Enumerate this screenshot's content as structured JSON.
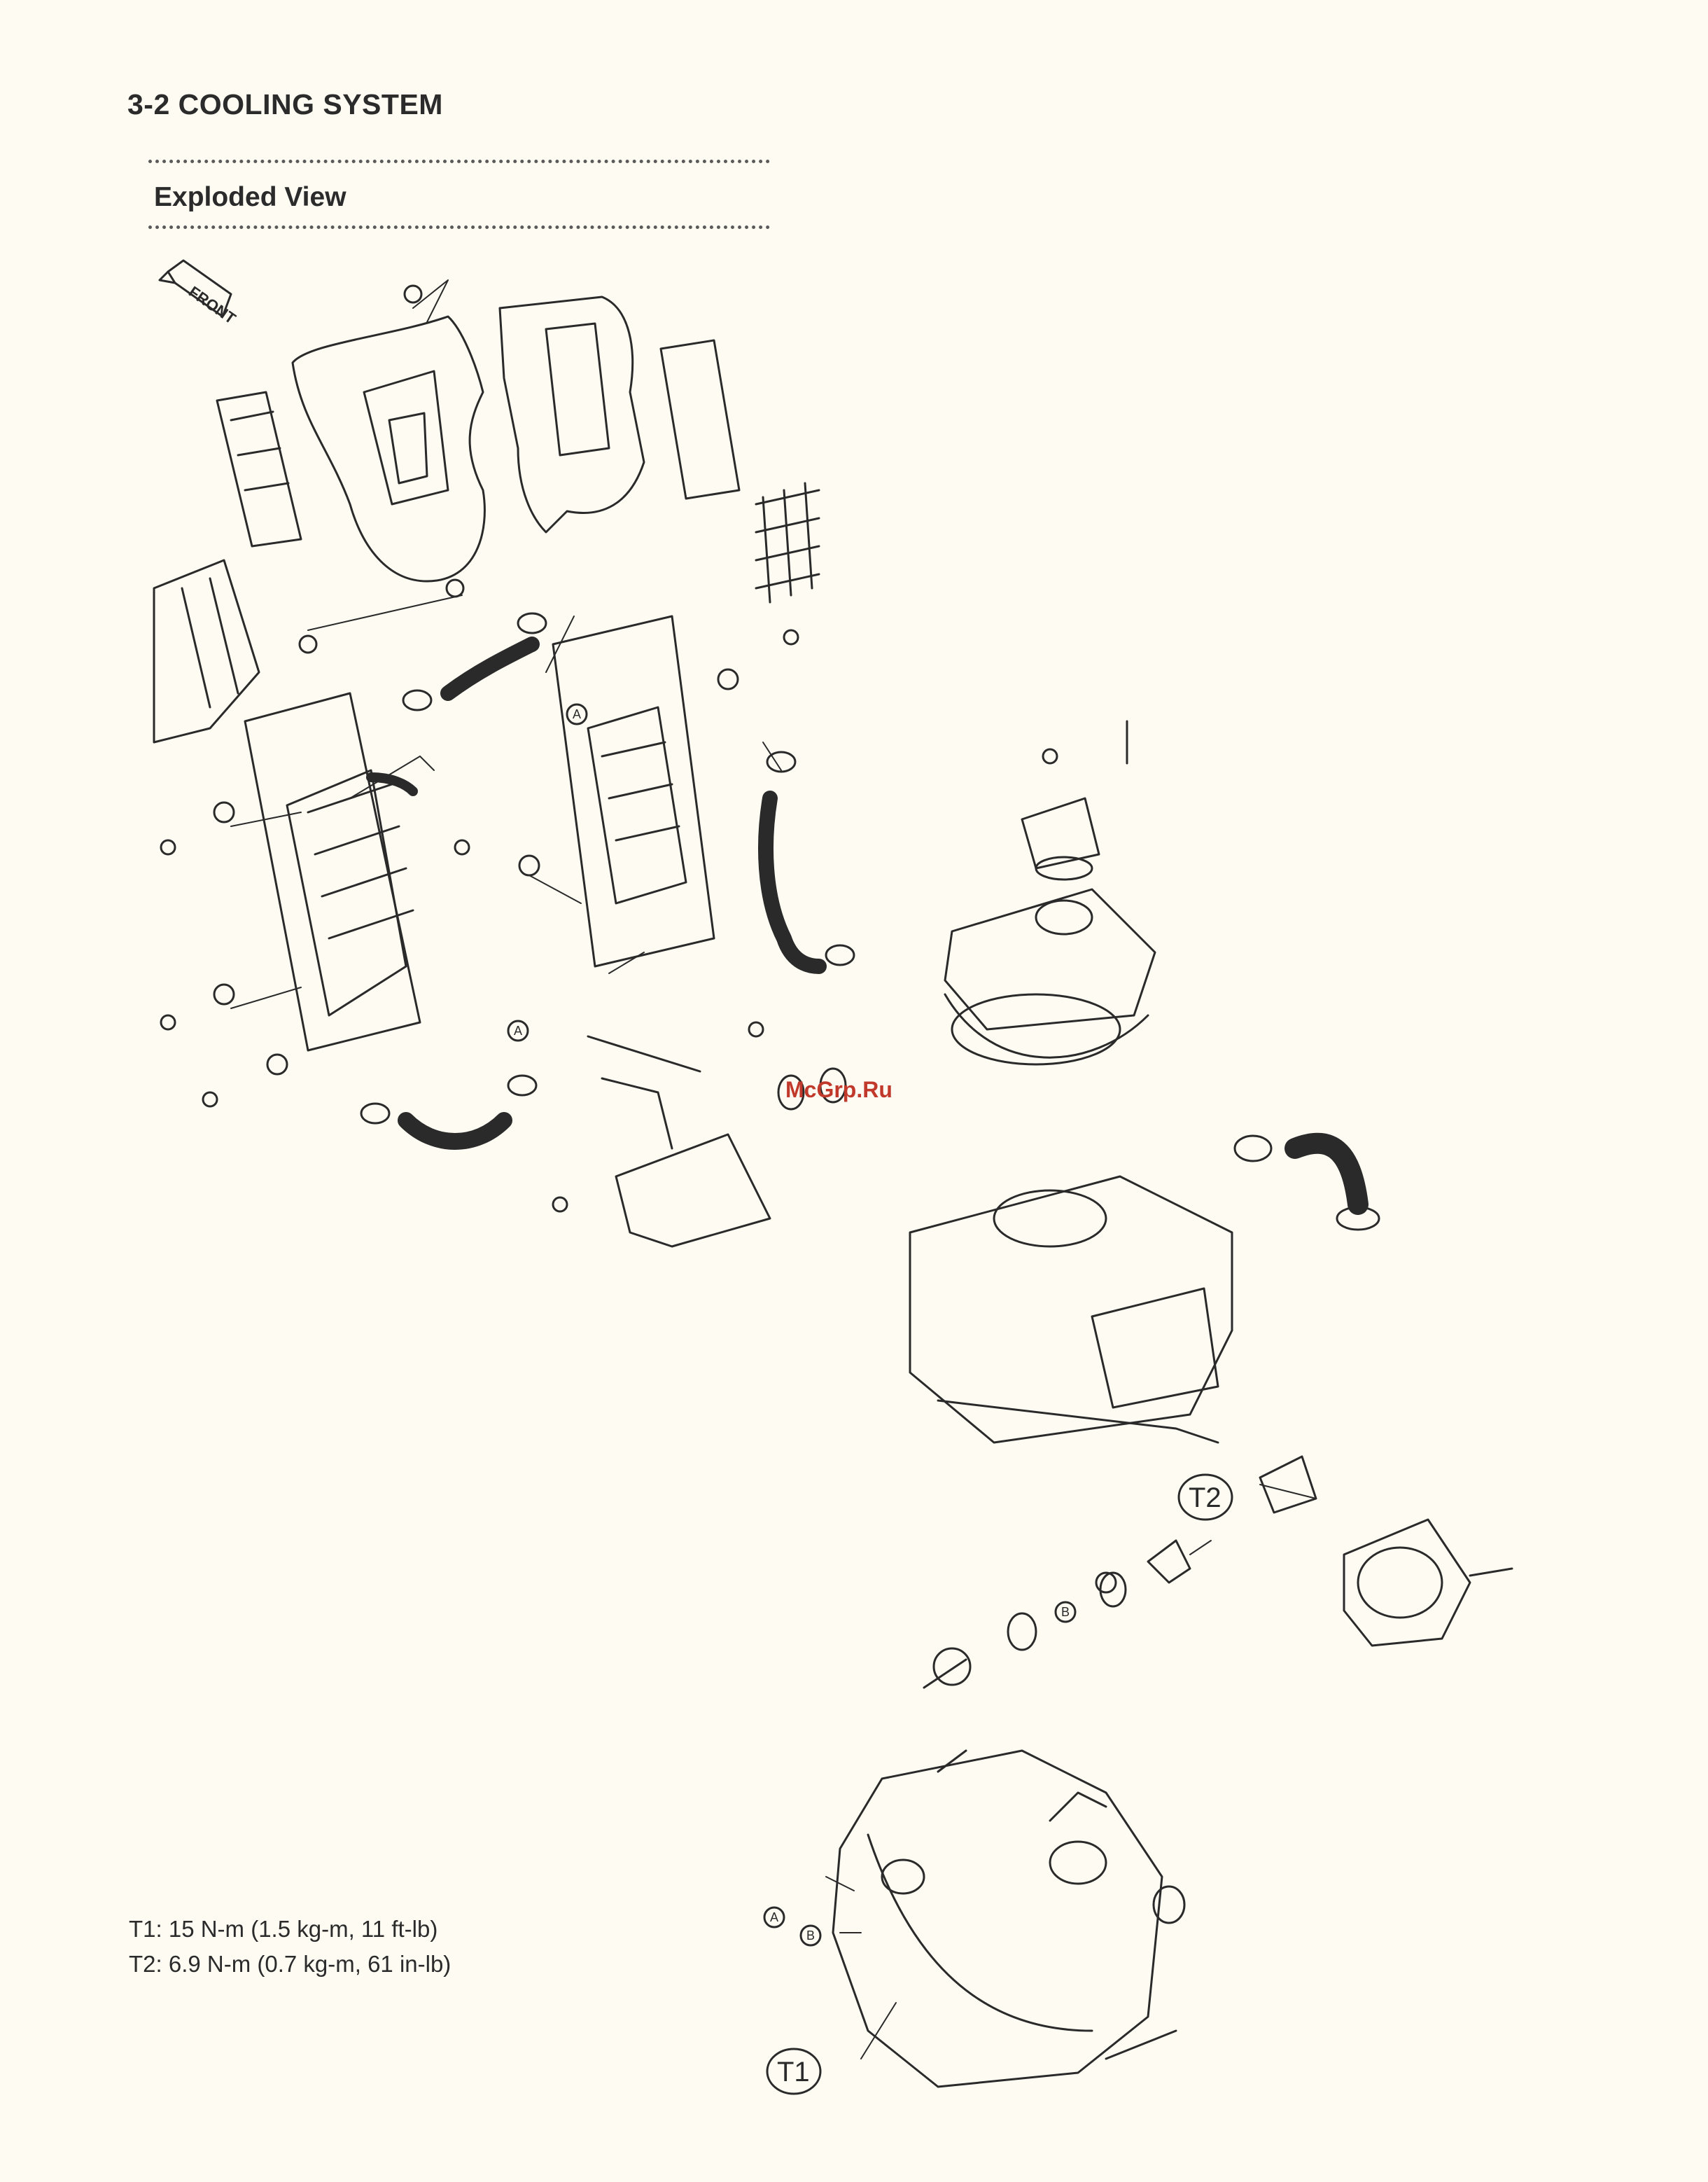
{
  "section": {
    "title": "3-2 COOLING SYSTEM"
  },
  "subsection": {
    "title": "Exploded View"
  },
  "diagram": {
    "front_label": "FRONT",
    "callout_a": "A",
    "callout_b": "B",
    "torque_t1": "T1",
    "torque_t2": "T2"
  },
  "torque_specs": [
    "T1: 15 N-m (1.5 kg-m, 11 ft-lb)",
    "T2: 6.9 N-m (0.7 kg-m, 61 in-lb)"
  ],
  "watermark": "McGrp.Ru",
  "colors": {
    "ink": "#2a2a2a",
    "paper": "#fdfbf2",
    "watermark": "#c0392b"
  }
}
